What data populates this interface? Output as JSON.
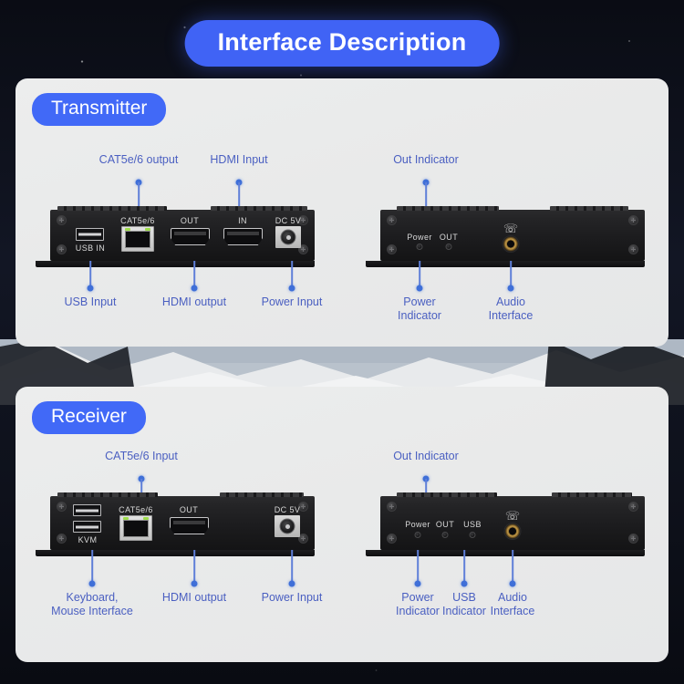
{
  "page": {
    "title": "Interface Description",
    "accent_blue": "#4063f5",
    "label_blue": "#4a5fc1",
    "card_bg": "#eceded",
    "backdrop": "#0b0d16"
  },
  "sections": [
    {
      "id": "transmitter",
      "pill_label": "Transmitter",
      "front": {
        "port_captions": [
          "USB IN",
          "CAT5e/6",
          "OUT",
          "IN",
          "DC 5V"
        ],
        "callouts_top": [
          {
            "label": "CAT5e/6 output"
          },
          {
            "label": "HDMI Input"
          }
        ],
        "callouts_bottom": [
          {
            "label": "USB Input"
          },
          {
            "label": "HDMI output"
          },
          {
            "label": "Power Input"
          }
        ]
      },
      "rear": {
        "indicator_captions": [
          "Power",
          "OUT"
        ],
        "audio_icon": "headphone-icon",
        "callouts_top": [
          {
            "label": "Out Indicator"
          }
        ],
        "callouts_bottom": [
          {
            "line1": "Power",
            "line2": "Indicator"
          },
          {
            "line1": "Audio",
            "line2": "Interface"
          }
        ]
      }
    },
    {
      "id": "receiver",
      "pill_label": "Receiver",
      "front": {
        "port_captions": [
          "KVM",
          "CAT5e/6",
          "OUT",
          "DC 5V"
        ],
        "callouts_top": [
          {
            "label": "CAT5e/6 Input"
          }
        ],
        "callouts_bottom": [
          {
            "line1": "Keyboard,",
            "line2": "Mouse Interface"
          },
          {
            "label": "HDMI output"
          },
          {
            "label": "Power Input"
          }
        ]
      },
      "rear": {
        "indicator_captions": [
          "Power",
          "OUT",
          "USB"
        ],
        "audio_icon": "headphone-icon",
        "callouts_top": [
          {
            "label": "Out Indicator"
          }
        ],
        "callouts_bottom": [
          {
            "line1": "Power",
            "line2": "Indicator"
          },
          {
            "line1": "USB",
            "line2": "Indicator"
          },
          {
            "line1": "Audio",
            "line2": "Interface"
          }
        ]
      }
    }
  ]
}
